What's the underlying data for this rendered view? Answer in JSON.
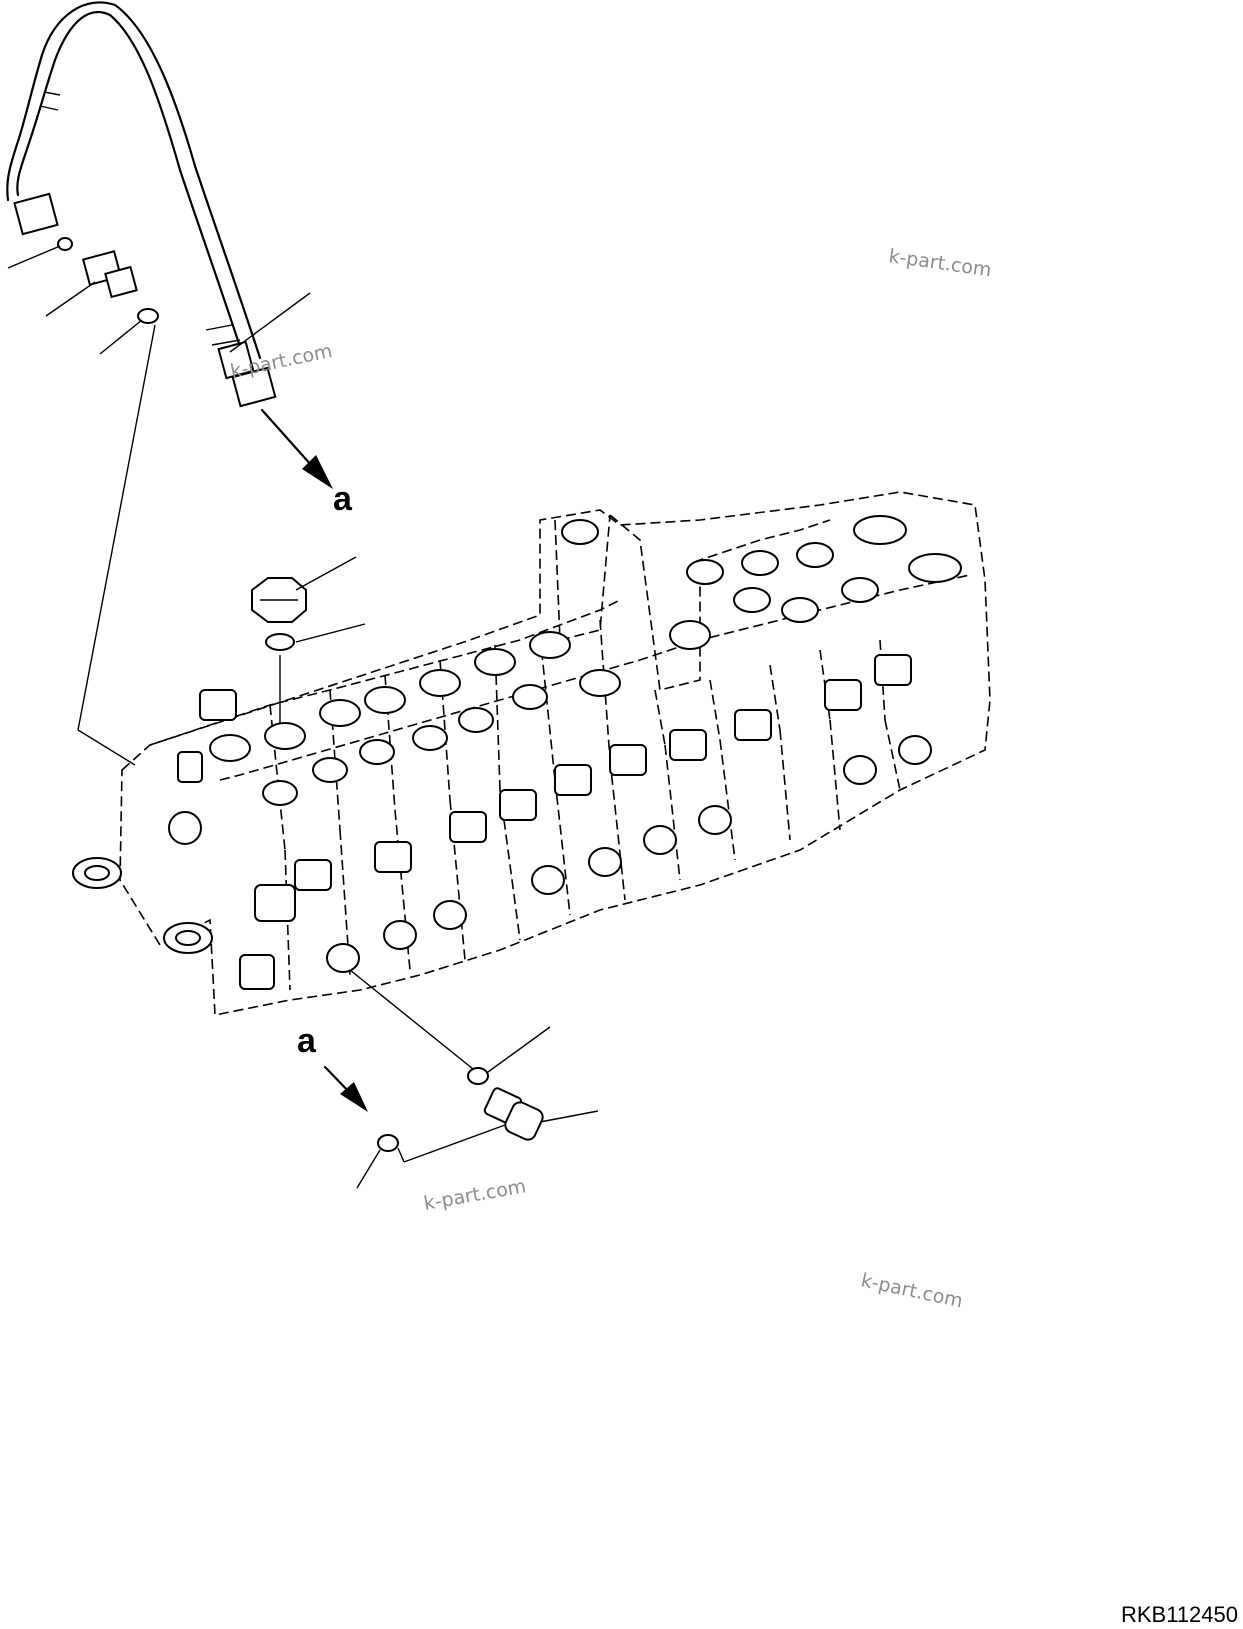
{
  "callout_labels": [
    "a",
    "a"
  ],
  "watermarks": [
    "k-part.com",
    "k-part.com",
    "k-part.com",
    "k-part.com"
  ],
  "drawing_code": "RKB112450",
  "colors": {
    "line": "#000000",
    "background": "#ffffff",
    "watermark": "#8c8c8c"
  }
}
